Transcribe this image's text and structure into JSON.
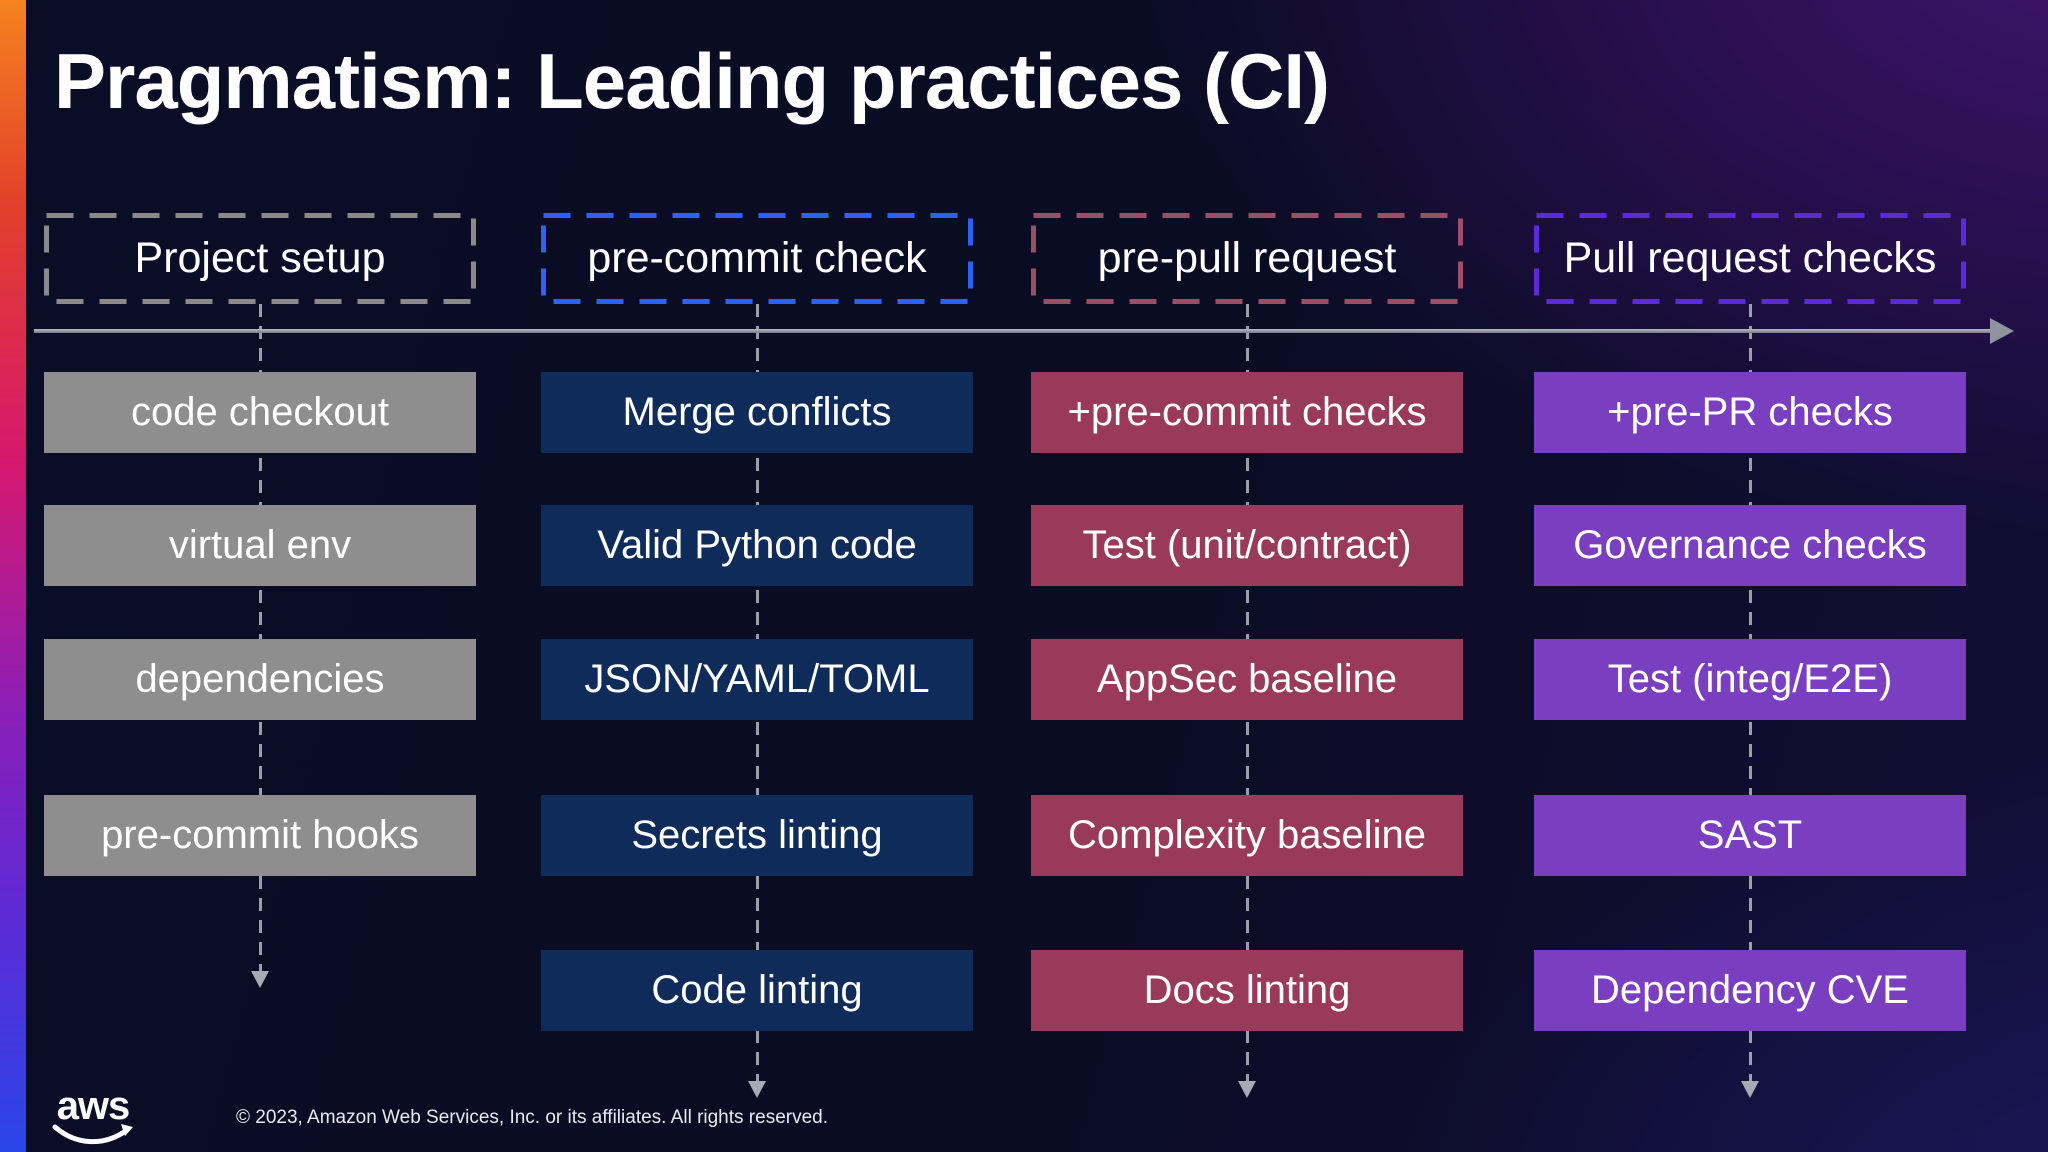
{
  "slide": {
    "title": "Pragmatism: Leading practices (CI)",
    "footer": {
      "logo": "aws",
      "copyright": "© 2023, Amazon Web Services, Inc. or its affiliates. All rights reserved."
    }
  },
  "colors": {
    "background_base": "#0a0d26",
    "background_glow_top_right": "#43156f",
    "background_glow_bottom_right": "#21207a",
    "timeline": "#8f939e",
    "connector": "#b4b8c1",
    "text": "#ffffff",
    "left_strip": [
      "#f5821f",
      "#e2402c",
      "#d6186e",
      "#8a1fb8",
      "#5b2bd6",
      "#2a46e8"
    ]
  },
  "columns": [
    {
      "header": "Project setup",
      "header_border": "#8a8a8a",
      "box_color": "#8e8e8e",
      "items": [
        "code checkout",
        "virtual env",
        "dependencies",
        "pre-commit hooks"
      ]
    },
    {
      "header": "pre-commit check",
      "header_border": "#2b64f5",
      "box_color": "#0e2b59",
      "items": [
        "Merge conflicts",
        "Valid Python code",
        "JSON/YAML/TOML",
        "Secrets linting",
        "Code linting"
      ]
    },
    {
      "header": "pre-pull request",
      "header_border": "#9b4f66",
      "box_color": "#9a3a5a",
      "items": [
        "+pre-commit checks",
        "Test (unit/contract)",
        "AppSec baseline",
        "Complexity baseline",
        "Docs linting"
      ]
    },
    {
      "header": "Pull request checks",
      "header_border": "#5c2bd9",
      "box_color": "#7a3ec0",
      "items": [
        "+pre-PR checks",
        "Governance checks",
        "Test (integ/E2E)",
        "SAST",
        "Dependency CVE"
      ]
    }
  ]
}
